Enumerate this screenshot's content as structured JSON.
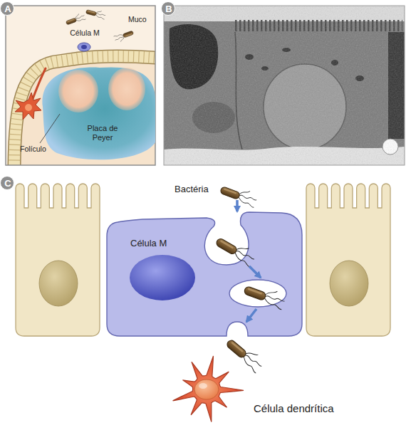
{
  "diagram": {
    "nodes": [
      {
        "text": [
          "A"
        ]
      },
      {
        "text": [
          "Célula M"
        ]
      },
      {
        "text": [
          "Placa de Peyer"
        ]
      },
      {
        "text": [
          "B"
        ]
      },
      {
        "text": [
          "C"
        ]
      },
      {
        "text": [
          "Bactéria"
        ]
      },
      {
        "text": [
          "Célula M"
        ]
      },
      {
        "text": [
          "Célula dendrítica"
        ]
      }
    ],
    "edges": [
      {
        "from": 5,
        "to": 6,
        "arrow": "to"
      }
    ],
    "labels": [
      "Muco",
      "Folículo"
    ]
  }
}
